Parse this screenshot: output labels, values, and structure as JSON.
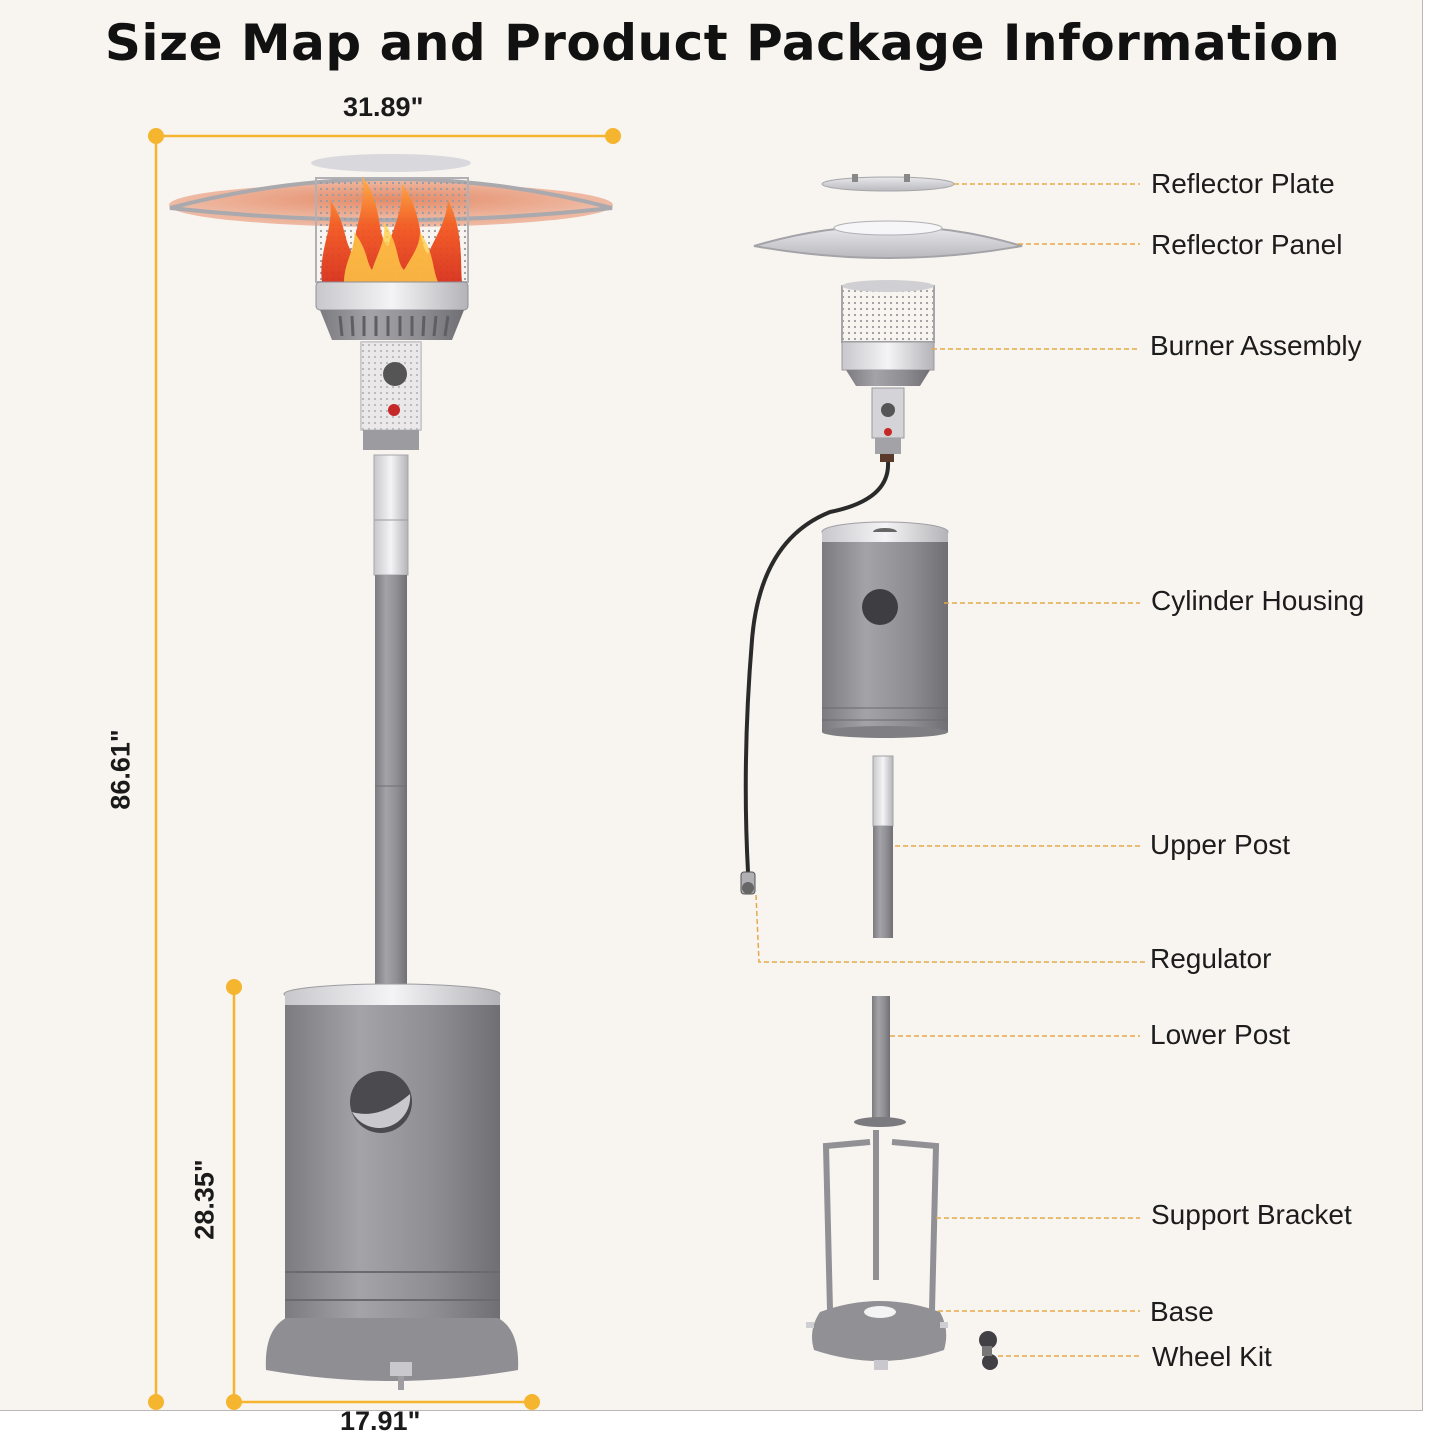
{
  "title": "Size Map and Product Package Information",
  "dimensions": {
    "overall_width": "31.89\"",
    "overall_height": "86.61\"",
    "housing_height": "28.35\"",
    "base_width": "17.91\""
  },
  "parts": [
    {
      "label": "Reflector Plate"
    },
    {
      "label": "Reflector Panel"
    },
    {
      "label": "Burner Assembly"
    },
    {
      "label": "Cylinder Housing"
    },
    {
      "label": "Upper Post"
    },
    {
      "label": "Regulator"
    },
    {
      "label": "Lower Post"
    },
    {
      "label": "Support Bracket"
    },
    {
      "label": "Base"
    },
    {
      "label": "Wheel Kit"
    }
  ],
  "colors": {
    "background": "#f8f4f0",
    "dimension_line": "#f5b52e",
    "metal_gray": "#8e8e92",
    "flame": "#f2551f"
  }
}
